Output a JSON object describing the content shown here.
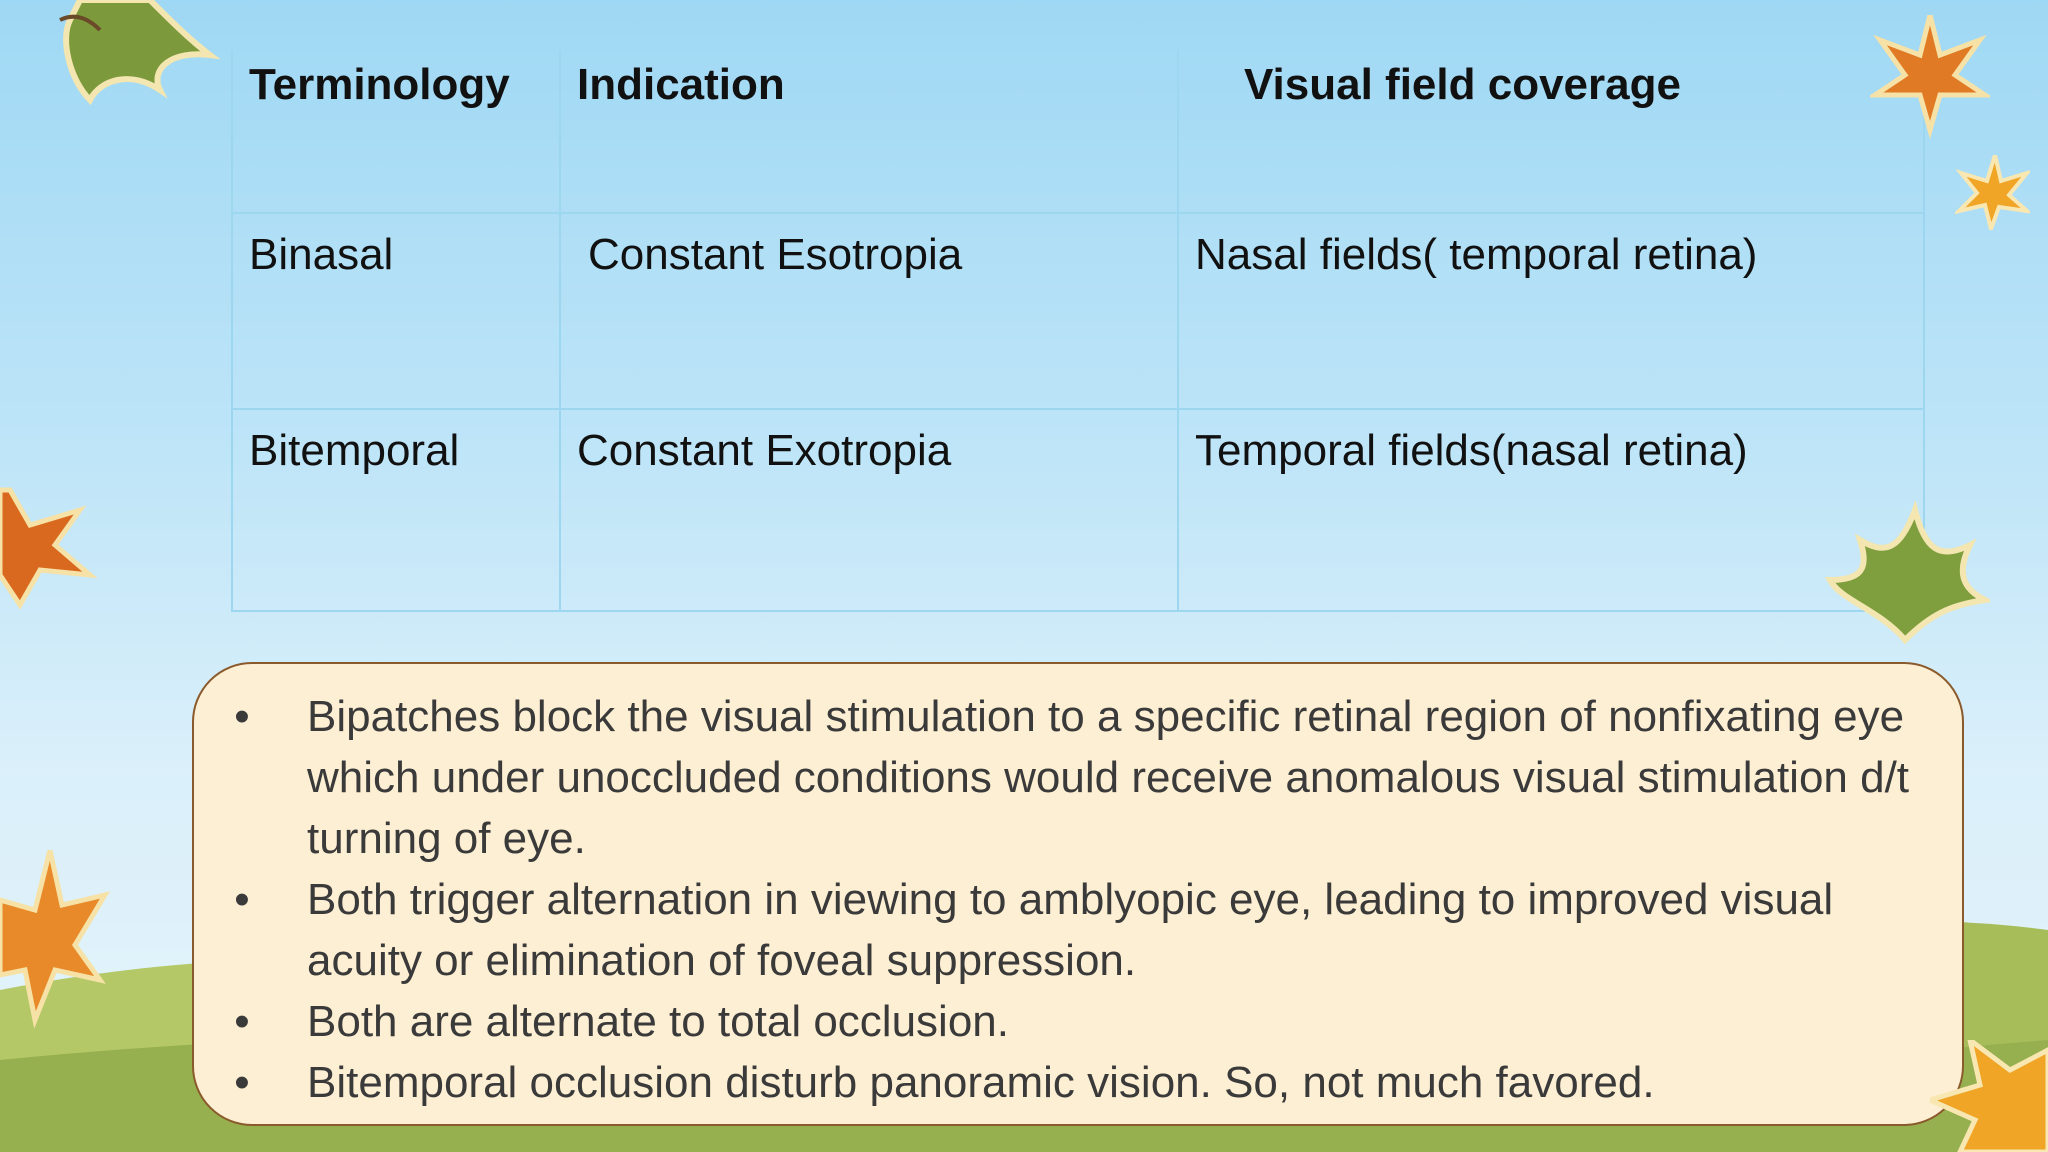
{
  "table": {
    "headers": [
      "Terminology",
      "Indication",
      "Visual field coverage"
    ],
    "rows": [
      [
        "Binasal",
        "Constant Esotropia",
        "Nasal fields( temporal retina)"
      ],
      [
        "Bitemporal",
        "Constant Exotropia",
        "Temporal fields(nasal retina)"
      ]
    ]
  },
  "bullets": [
    "Bipatches block the visual stimulation to a specific retinal region of nonfixating eye which under unoccluded conditions would receive anomalous visual stimulation d/t turning of eye.",
    "Both trigger alternation in viewing to amblyopic eye, leading to improved visual acuity or elimination of foveal suppression.",
    "Both are alternate to total occlusion.",
    "Bitemporal occlusion disturb panoramic vision. So, not much favored."
  ],
  "bullet_symbol": "•",
  "colors": {
    "sky_top": "#9fd8f4",
    "hill": "#9fb85a",
    "box_fill": "#fdefd3",
    "box_border": "#8a5a2c",
    "table_border": "#9dd6ef"
  },
  "decorations": [
    "leaf-icon",
    "leaf-icon",
    "leaf-icon",
    "leaf-icon",
    "leaf-icon",
    "leaf-icon",
    "leaf-icon"
  ]
}
